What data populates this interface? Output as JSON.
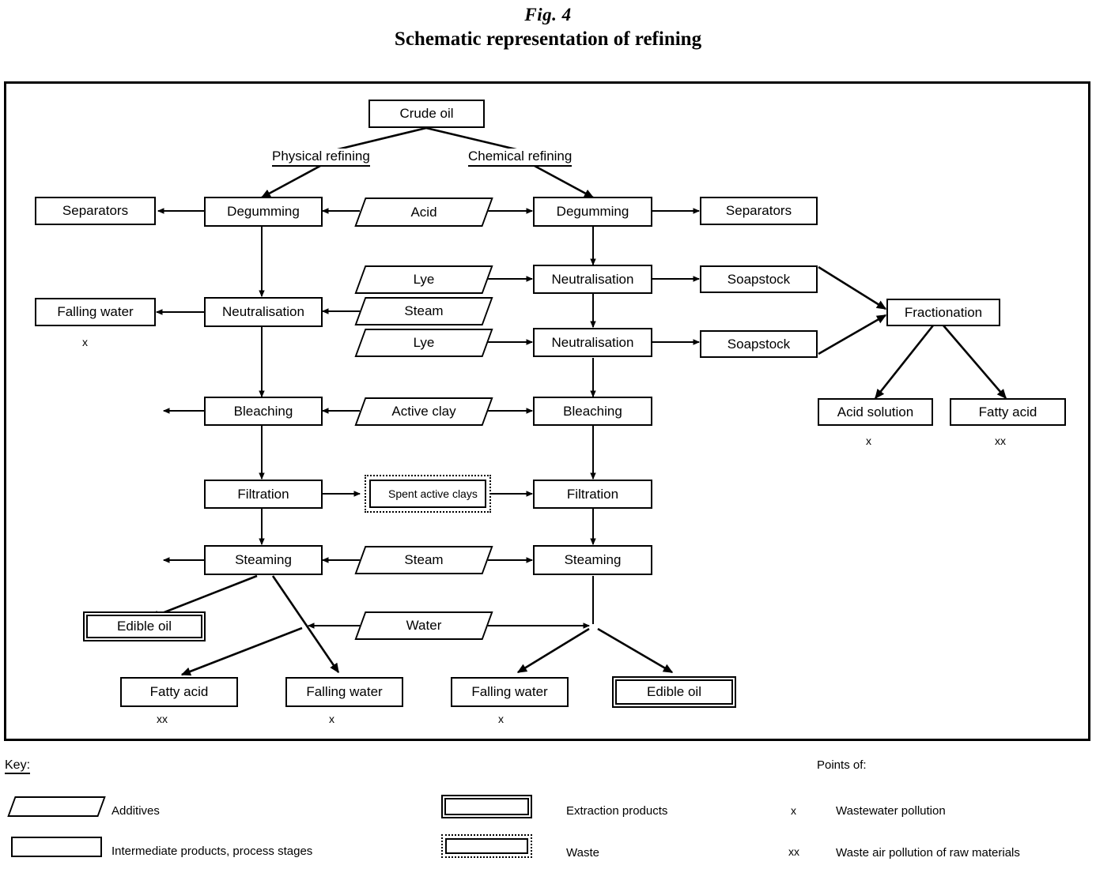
{
  "figure": {
    "label": "Fig. 4",
    "title": "Schematic representation of refining"
  },
  "branches": {
    "left": "Physical refining",
    "right": "Chemical refining"
  },
  "nodes": {
    "crude_oil": "Crude oil",
    "separators_left": "Separators",
    "degumming_left": "Degumming",
    "acid": "Acid",
    "degumming_right": "Degumming",
    "separators_right": "Separators",
    "lye_top": "Lye",
    "neutralisation_right_1": "Neutralisation",
    "soapstock_1": "Soapstock",
    "falling_water_left": "Falling water",
    "neutralisation_left": "Neutralisation",
    "steam_mid": "Steam",
    "fractionation": "Fractionation",
    "lye_bottom": "Lye",
    "neutralisation_right_2": "Neutralisation",
    "soapstock_2": "Soapstock",
    "bleaching_left": "Bleaching",
    "active_clay": "Active clay",
    "bleaching_right": "Bleaching",
    "acid_solution": "Acid solution",
    "fatty_acid_right": "Fatty acid",
    "filtration_left": "Filtration",
    "spent_active_clays": "Spent active clays",
    "filtration_right": "Filtration",
    "steaming_left": "Steaming",
    "steam_bottom": "Steam",
    "steaming_right": "Steaming",
    "edible_oil_left": "Edible oil",
    "water": "Water",
    "fatty_acid_bottom": "Fatty acid",
    "falling_water_b1": "Falling water",
    "falling_water_b2": "Falling water",
    "edible_oil_right": "Edible oil"
  },
  "marks": {
    "falling_water_left": "x",
    "acid_solution": "x",
    "fatty_acid_right": "xx",
    "fatty_acid_bottom": "xx",
    "falling_water_b1": "x",
    "falling_water_b2": "x"
  },
  "key": {
    "title": "Key:",
    "points_title": "Points of:",
    "items": [
      {
        "shape": "parallelogram",
        "label": "Additives"
      },
      {
        "shape": "rectangle",
        "label": "Intermediate products, process stages"
      },
      {
        "shape": "double-rectangle",
        "label": "Extraction products"
      },
      {
        "shape": "dotted-rectangle",
        "label": "Waste"
      }
    ],
    "points": [
      {
        "mark": "x",
        "label": "Wastewater pollution"
      },
      {
        "mark": "xx",
        "label": "Waste air pollution of raw materials"
      }
    ]
  },
  "colors": {
    "ink": "#000000",
    "paper": "#ffffff"
  }
}
